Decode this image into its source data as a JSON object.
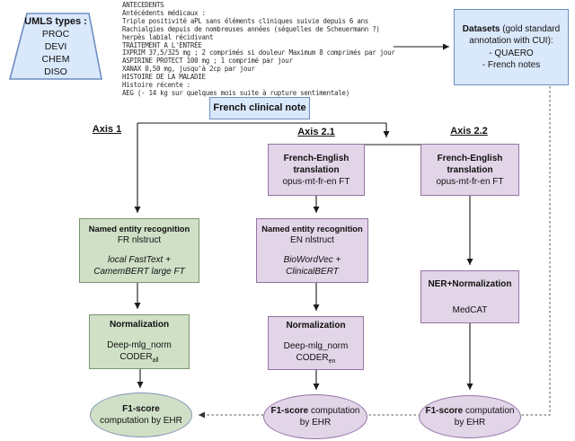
{
  "colors": {
    "blue-fill": "#dae8fc",
    "blue-border": "#6c8ebf",
    "green-fill": "#cfe0c6",
    "green-border": "#7a9471",
    "green-ellipse-border": "#8494b4",
    "purple-fill": "#e1d5e7",
    "purple-border": "#9673a6"
  },
  "umls": {
    "title": "UMLS types :",
    "items": [
      "PROC",
      "DEVI",
      "CHEM",
      "DISO"
    ]
  },
  "clinical_text": "ANTECEDENTS\nAntécédents médicaux :\nTriple positivité aPL sans éléments cliniques suivie depuis 6 ans\nRachialgies depuis de nombreuses années (séquelles de Scheuermann ?)\nherpès labial récidivant\nTRAITEMENT A L'ENTRÉE\nIXPRIM 37,5/325 mg ; 2 comprimés si douleur Maximum 8 comprimés par jour\nASPIRINE PROTECT 100 mg ; 1 comprimé par jour\nXANAX 0,50 mg, jusqu'à 2cp par jour\nHISTOIRE DE LA MALADIE\nHistoire récente :\nAEG (- 14 kg sur quelques mois suite à rupture sentimentale)",
  "note_box": {
    "label": "French clinical note"
  },
  "datasets": {
    "title_bold": "Datasets",
    "title_rest": " (gold standard annotation with CUI):",
    "items": [
      "- QUAERO",
      "- French notes"
    ]
  },
  "axes": {
    "axis1": "Axis 1",
    "axis21": "Axis 2.1",
    "axis22": "Axis 2.2"
  },
  "axis1": {
    "ner": {
      "title": "Named entity recognition",
      "tool": "FR nlstruct",
      "model1": "local FastText +",
      "model2": "CamemBERT large FT"
    },
    "norm": {
      "title": "Normalization",
      "line1": "Deep-mlg_norm",
      "coder_base": "CODER",
      "coder_sub": "all"
    },
    "f1": {
      "bold": "F1-score",
      "line1_rest": "",
      "line2": "computation by EHR"
    }
  },
  "axis21": {
    "translation": {
      "title1": "French-English",
      "title2": "translation",
      "model": "opus-mt-fr-en FT"
    },
    "ner": {
      "title": "Named entity recognition",
      "tool": "EN nlstruct",
      "model1": "BioWordVec +",
      "model2": "ClinicalBERT"
    },
    "norm": {
      "title": "Normalization",
      "line1": "Deep-mlg_norm",
      "coder_base": "CODER",
      "coder_sub": "en"
    },
    "f1": {
      "bold": "F1-score",
      "line1_rest": " computation",
      "line2": "by EHR"
    }
  },
  "axis22": {
    "translation": {
      "title1": "French-English",
      "title2": "translation",
      "model": "opus-mt-fr-en FT"
    },
    "nernorm": {
      "title": "NER+Normalization",
      "model": "MedCAT"
    },
    "f1": {
      "bold": "F1-score",
      "line1_rest": " computation",
      "line2": "by EHR"
    }
  }
}
